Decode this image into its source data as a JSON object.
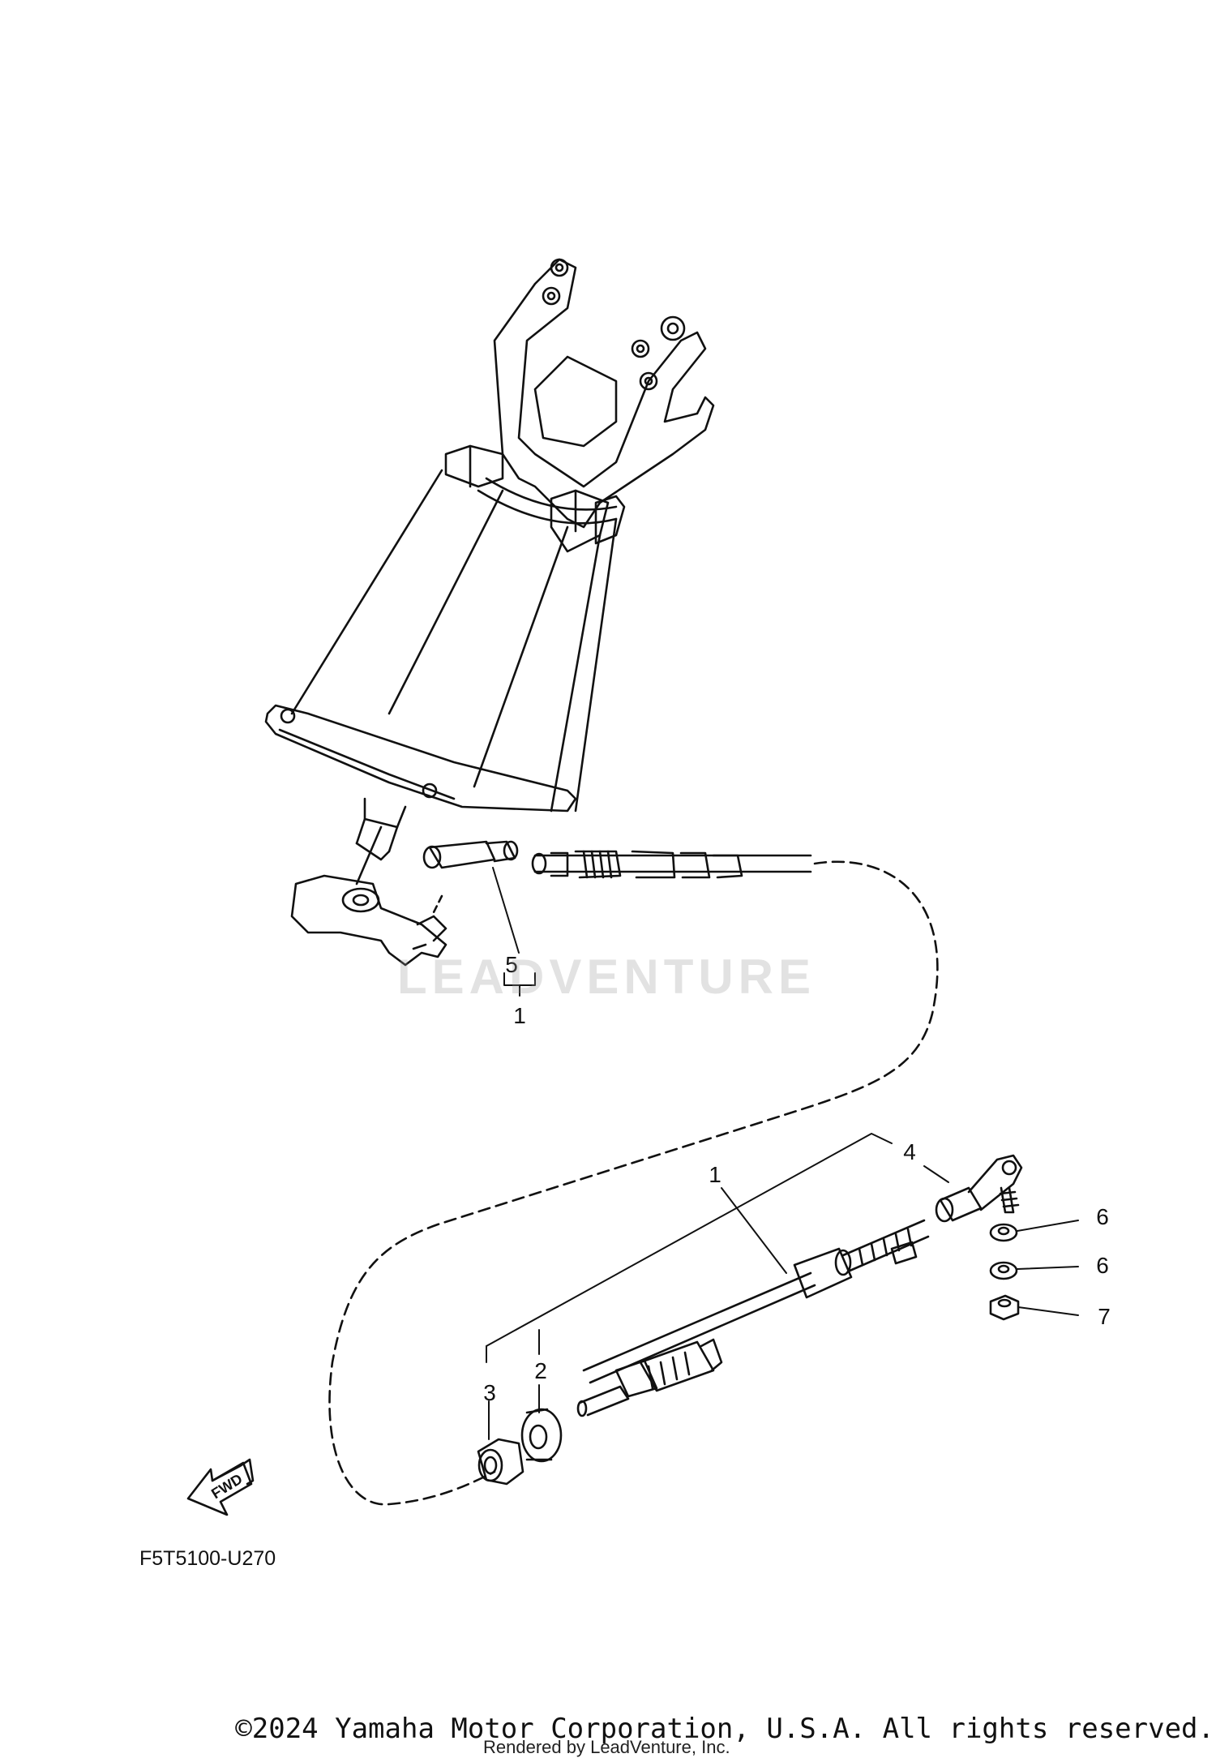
{
  "diagram": {
    "callouts": [
      {
        "id": "c5",
        "label": "5"
      },
      {
        "id": "c1-top",
        "label": "1"
      },
      {
        "id": "c4",
        "label": "4"
      },
      {
        "id": "c1",
        "label": "1"
      },
      {
        "id": "c6a",
        "label": "6"
      },
      {
        "id": "c6b",
        "label": "6"
      },
      {
        "id": "c7",
        "label": "7"
      },
      {
        "id": "c2",
        "label": "2"
      },
      {
        "id": "c3",
        "label": "3"
      }
    ],
    "fwd_label": "FWD",
    "diagram_code": "F5T5100-U270",
    "watermark": "LEADVENTURE",
    "colors": {
      "line": "#111111",
      "watermark": "#9a9a9a"
    }
  },
  "footer": {
    "copyright": "©2024 Yamaha Motor Corporation, U.S.A. All rights reserved.",
    "rendered_by": "Rendered by LeadVenture, Inc."
  }
}
